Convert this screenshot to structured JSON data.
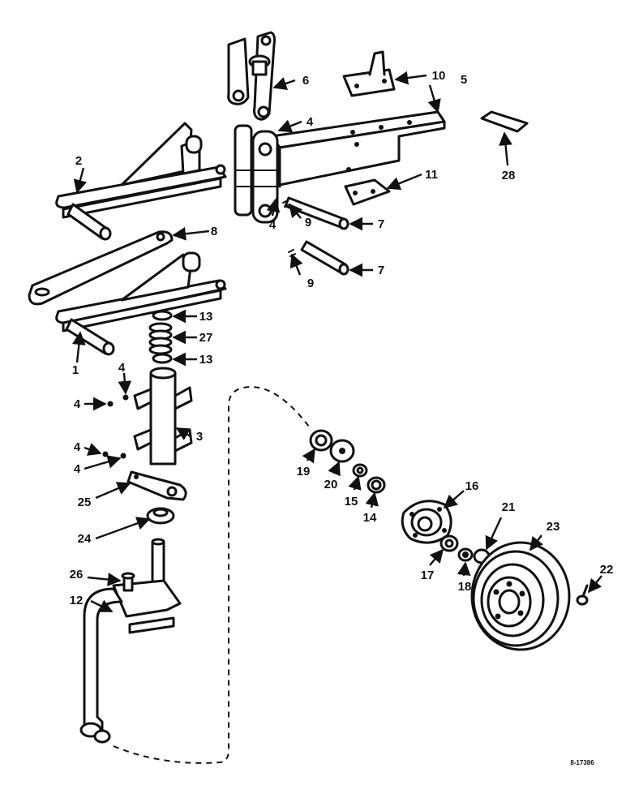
{
  "figure_code": "8-17386",
  "callouts": [
    "1",
    "2",
    "3",
    "4",
    "4",
    "4",
    "4",
    "4",
    "4",
    "5",
    "6",
    "7",
    "7",
    "8",
    "9",
    "9",
    "10",
    "11",
    "12",
    "13",
    "13",
    "14",
    "15",
    "16",
    "17",
    "18",
    "19",
    "20",
    "21",
    "22",
    "23",
    "24",
    "25",
    "26",
    "27",
    "28"
  ],
  "colors": {
    "ink": "#111111",
    "paper": "#ffffff"
  }
}
